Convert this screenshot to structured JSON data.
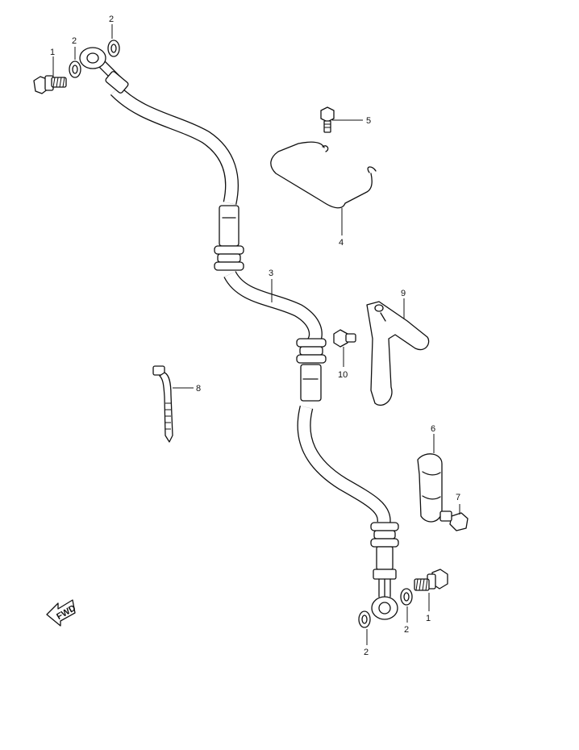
{
  "callouts": {
    "c1_top": "1",
    "c2_top_a": "2",
    "c2_top_b": "2",
    "c3": "3",
    "c4": "4",
    "c5": "5",
    "c6": "6",
    "c7": "7",
    "c8": "8",
    "c9": "9",
    "c10": "10",
    "c1_bottom": "1",
    "c2_bottom_a": "2",
    "c2_bottom_b": "2"
  },
  "fwd_label": "FWD"
}
